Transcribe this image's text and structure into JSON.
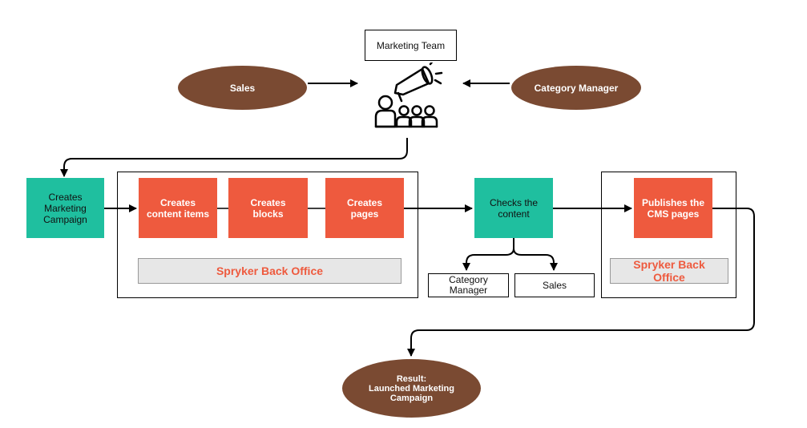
{
  "diagram": {
    "marketing_team": "Marketing Team",
    "sales_top": "Sales",
    "category_manager_top": "Category Manager",
    "creates_campaign": "Creates\nMarketing\nCampaign",
    "creates_content_items": "Creates\ncontent items",
    "creates_blocks": "Creates\nblocks",
    "creates_pages": "Creates\npages",
    "back_office_1": "Spryker Back Office",
    "checks_content": "Checks the\ncontent",
    "category_manager_bottom": "Category\nManager",
    "sales_bottom": "Sales",
    "publishes_cms": "Publishes the\nCMS pages",
    "back_office_2": "Spryker Back\nOffice",
    "result": "Result:\nLaunched Marketing\nCampaign"
  },
  "colors": {
    "ellipse": "#7a4a32",
    "teal": "#1fbf9f",
    "red": "#ee5a3e",
    "grey": "#e7e7e7"
  },
  "icons": [
    "megaphone-team-icon"
  ]
}
